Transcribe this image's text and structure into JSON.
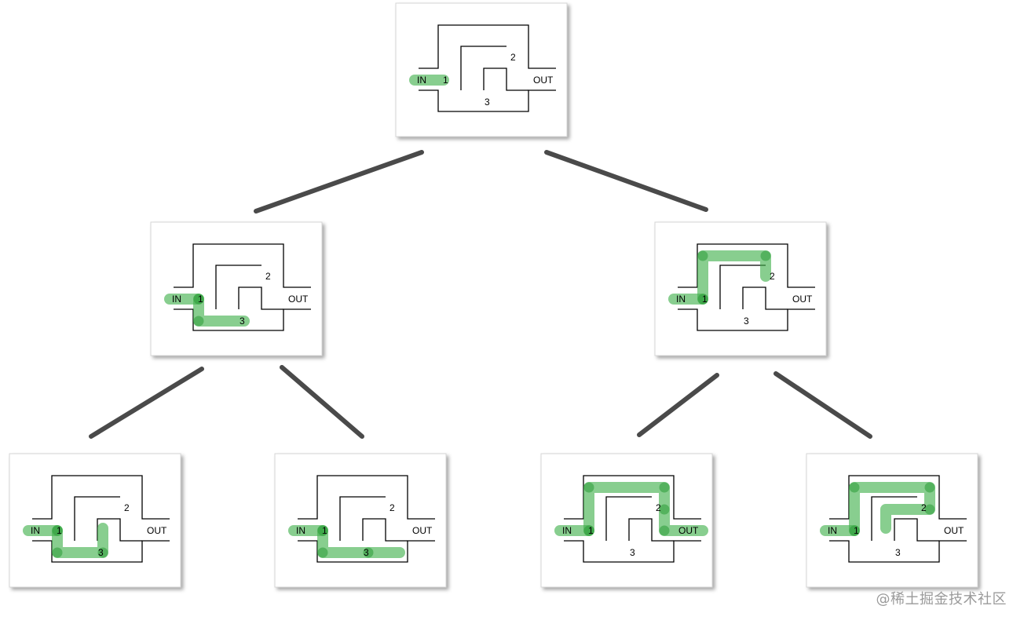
{
  "labels": {
    "in": "IN",
    "out": "OUT",
    "node1": "1",
    "node2": "2",
    "node3": "3"
  },
  "watermark": "@稀土掘金技术社区",
  "colors": {
    "path": "#3fb04a",
    "edge": "#4a4a4a",
    "wall": "#000000"
  },
  "tree": {
    "root": {
      "id": "root",
      "path": [
        "IN",
        "1"
      ],
      "children": [
        "n-1-3",
        "n-1-2"
      ]
    },
    "nodes": [
      {
        "id": "n-1-3",
        "path": [
          "IN",
          "1",
          "3"
        ],
        "children": [
          "n-1-3-dead",
          "n-1-3-bottom"
        ]
      },
      {
        "id": "n-1-2",
        "path": [
          "IN",
          "1",
          "2"
        ],
        "children": [
          "n-1-2-out",
          "n-1-2-inner"
        ]
      },
      {
        "id": "n-1-3-dead",
        "path": [
          "IN",
          "1",
          "3",
          "dead-end"
        ],
        "children": []
      },
      {
        "id": "n-1-3-bottom",
        "path": [
          "IN",
          "1",
          "3",
          "bottom"
        ],
        "children": []
      },
      {
        "id": "n-1-2-out",
        "path": [
          "IN",
          "1",
          "2",
          "OUT"
        ],
        "children": []
      },
      {
        "id": "n-1-2-inner",
        "path": [
          "IN",
          "1",
          "2",
          "inner"
        ],
        "children": []
      }
    ]
  }
}
